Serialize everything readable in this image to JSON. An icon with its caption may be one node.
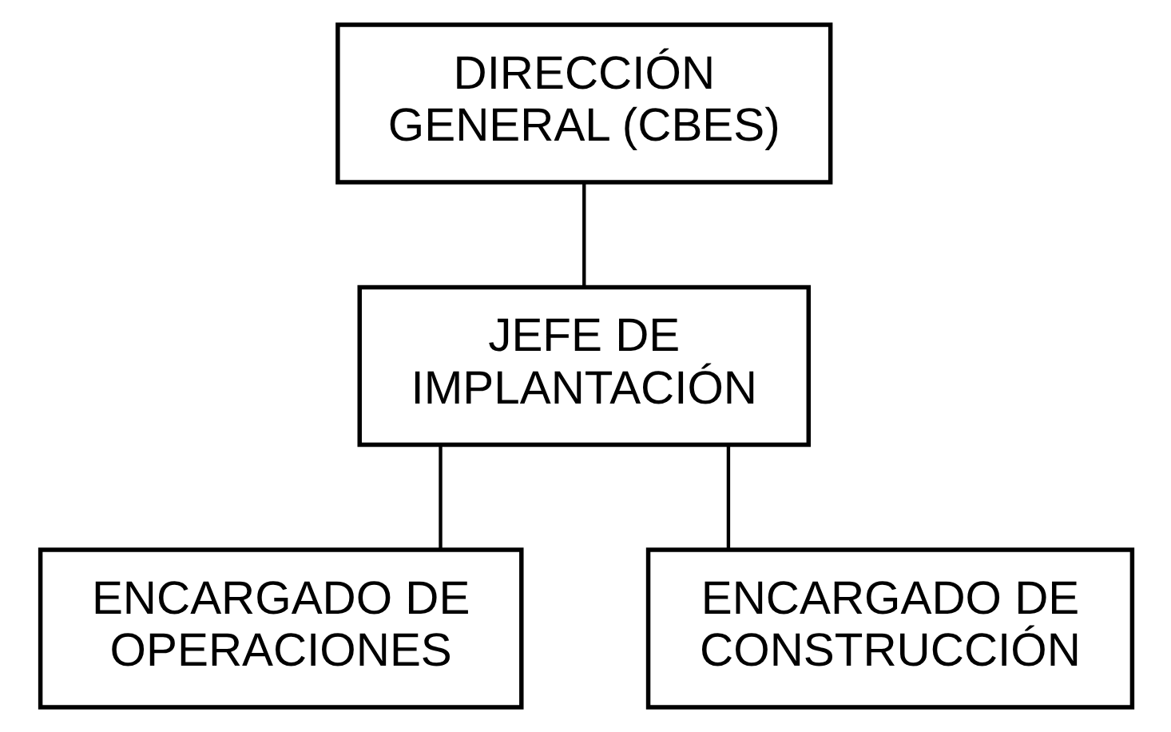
{
  "diagram": {
    "nodes": [
      {
        "text": [
          "DIRECCIÓN GENERAL (CBES)"
        ]
      },
      {
        "text": [
          "JEFE DE IMPLANTACIÓN"
        ]
      },
      {
        "text": [
          "ENCARGADO DE OPERACIONES"
        ]
      },
      {
        "text": [
          "ENCARGADO DE CONSTRUCCIÓN"
        ]
      }
    ],
    "edges": [
      {
        "from": 0,
        "to": 1,
        "arrow": "none"
      },
      {
        "from": 1,
        "to": 2,
        "arrow": "none"
      },
      {
        "from": 1,
        "to": 3,
        "arrow": "none"
      }
    ]
  }
}
